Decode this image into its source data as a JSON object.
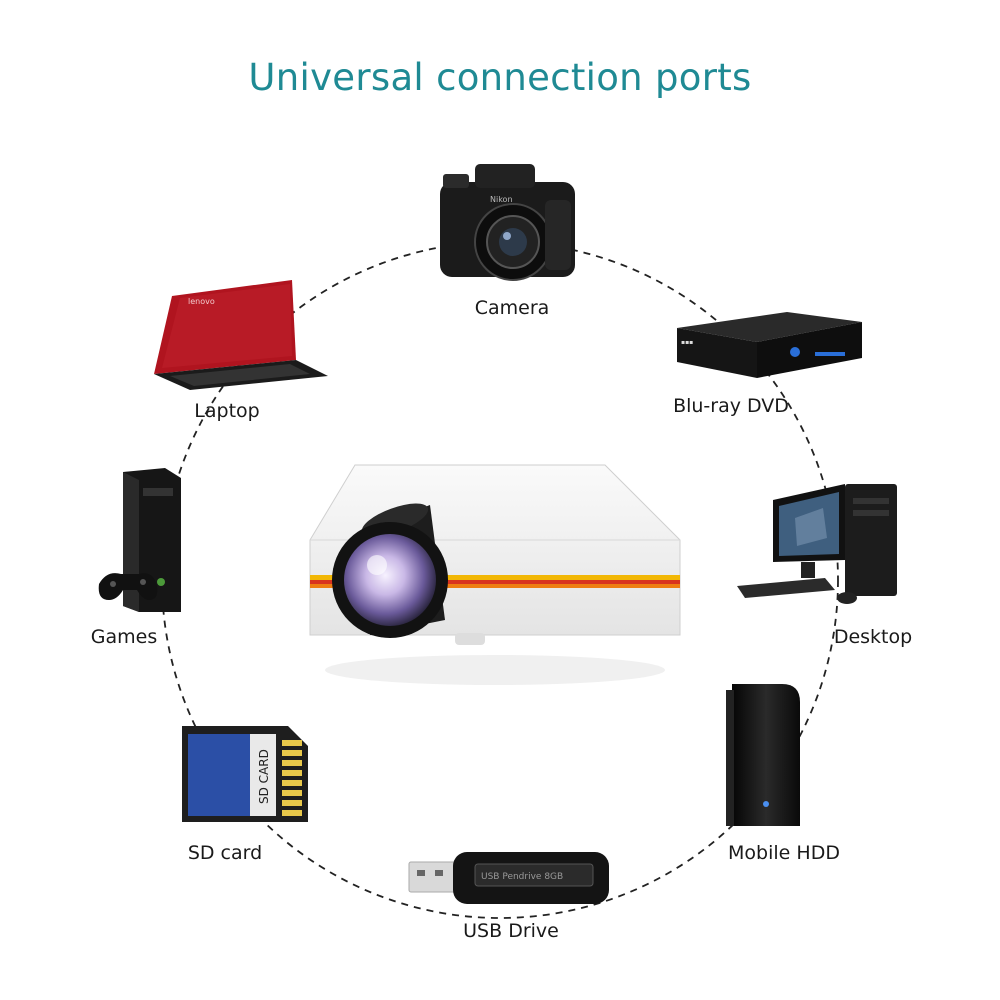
{
  "title": "Universal connection ports",
  "colors": {
    "title": "#1f8a94",
    "laptop_red": "#b0141f",
    "stripe_yellow": "#f2b705",
    "stripe_red": "#d8331f",
    "stripe_orange": "#ee7d12",
    "sd_card_blue": "#2b4fa6",
    "sd_contacts": "#e8c84a"
  },
  "devices": [
    {
      "id": "camera",
      "label": "Camera",
      "icon": "camera-icon"
    },
    {
      "id": "bluray",
      "label": "Blu-ray DVD",
      "icon": "bluray-player-icon"
    },
    {
      "id": "desktop",
      "label": "Desktop",
      "icon": "desktop-computer-icon"
    },
    {
      "id": "hdd",
      "label": "Mobile HDD",
      "icon": "external-hdd-icon"
    },
    {
      "id": "usb",
      "label": "USB Drive",
      "icon": "usb-drive-icon"
    },
    {
      "id": "sdcard",
      "label": "SD card",
      "icon": "sd-card-icon"
    },
    {
      "id": "games",
      "label": "Games",
      "icon": "game-console-icon"
    },
    {
      "id": "laptop",
      "label": "Laptop",
      "icon": "laptop-icon"
    }
  ],
  "center_device": "projector-icon",
  "device_text": {
    "sd_card_print": "SD CARD",
    "usb_print": "USB Pendrive 8GB",
    "camera_brand": "Nikon",
    "laptop_brand": "lenovo"
  }
}
